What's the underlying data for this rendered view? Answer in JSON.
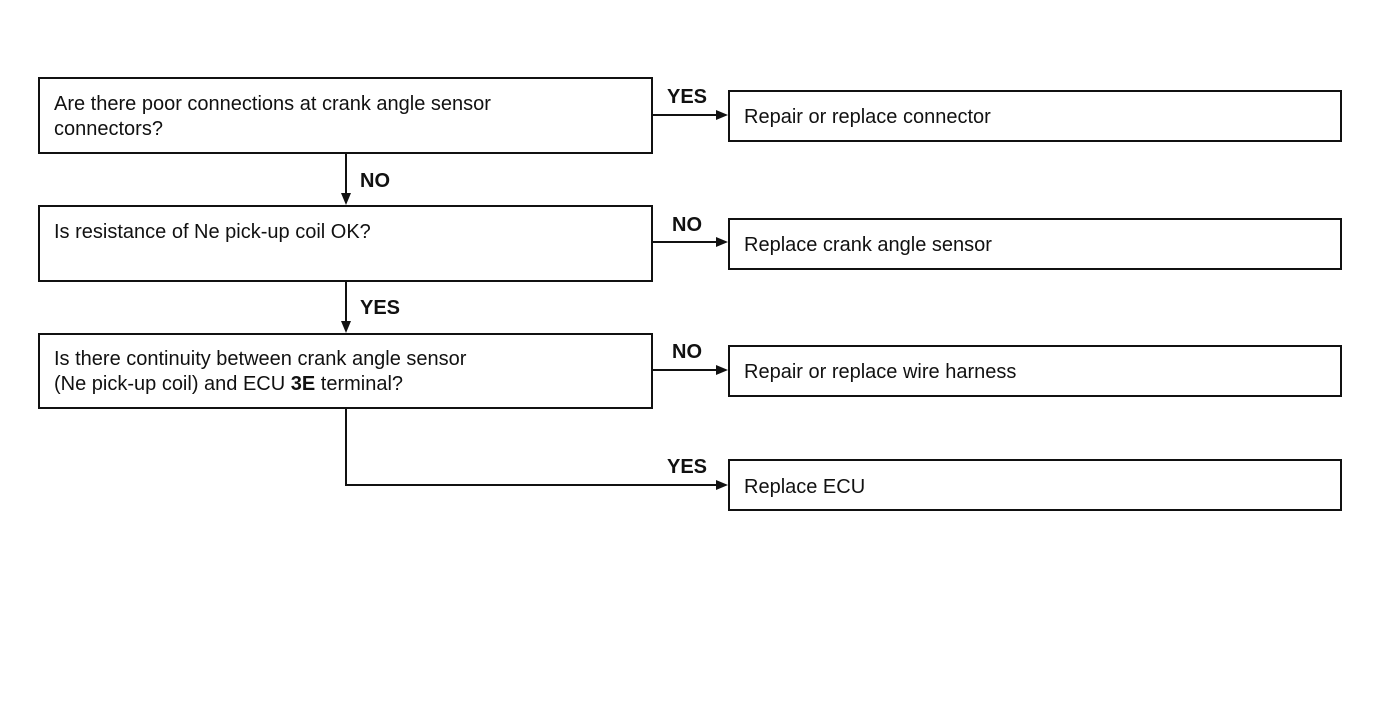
{
  "flowchart": {
    "questions": [
      {
        "line1": "Are there poor connections at crank angle sensor",
        "line2": "connectors?"
      },
      {
        "line1": "Is resistance of Ne pick-up coil OK?"
      },
      {
        "line1": "Is there continuity between crank angle sensor",
        "line2_before": "(Ne pick-up coil) and ECU ",
        "line2_bold": "3E",
        "line2_after": " terminal?"
      }
    ],
    "actions": [
      "Repair or replace connector",
      "Replace crank angle sensor",
      "Repair or replace wire harness",
      "Replace ECU"
    ],
    "branch_labels": {
      "q1_yes": "YES",
      "q1_no": "NO",
      "q2_no": "NO",
      "q2_yes": "YES",
      "q3_no": "NO",
      "q3_yes": "YES"
    }
  }
}
